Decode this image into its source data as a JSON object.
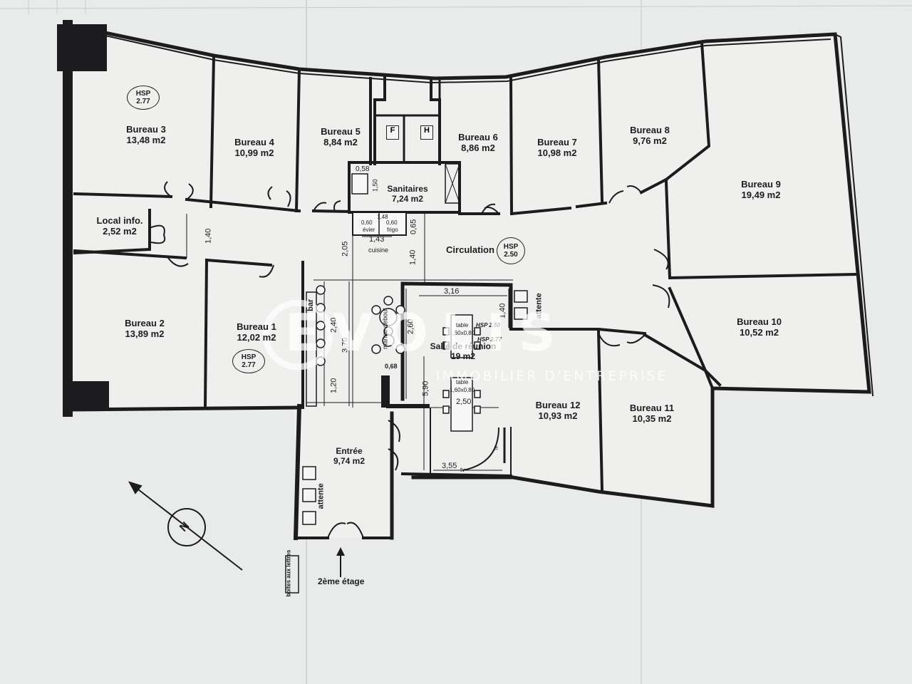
{
  "rooms": {
    "bureau3": {
      "name": "Bureau 3",
      "area": "13,48 m2"
    },
    "bureau4": {
      "name": "Bureau 4",
      "area": "10,99 m2"
    },
    "bureau5": {
      "name": "Bureau 5",
      "area": "8,84 m2"
    },
    "bureau6": {
      "name": "Bureau 6",
      "area": "8,86 m2"
    },
    "bureau7": {
      "name": "Bureau 7",
      "area": "10,98 m2"
    },
    "bureau8": {
      "name": "Bureau 8",
      "area": "9,76 m2"
    },
    "bureau9": {
      "name": "Bureau 9",
      "area": "19,49 m2"
    },
    "bureau10": {
      "name": "Bureau 10",
      "area": "10,52 m2"
    },
    "bureau11": {
      "name": "Bureau 11",
      "area": "10,35 m2"
    },
    "bureau12": {
      "name": "Bureau 12",
      "area": "10,93 m2"
    },
    "bureau2": {
      "name": "Bureau 2",
      "area": "13,89 m2"
    },
    "bureau1": {
      "name": "Bureau 1",
      "area": "12,02 m2"
    },
    "local_info": {
      "name": "Local info.",
      "area": "2,52 m2"
    },
    "sanitaires": {
      "name": "Sanitaires",
      "area": "7,24 m2"
    },
    "circulation": {
      "name": "Circulation"
    },
    "salle_reunion": {
      "name": "Salle de réunion",
      "area": "19 m2"
    },
    "entree": {
      "name": "Entrée",
      "area": "9,74 m2"
    }
  },
  "hsp": [
    {
      "label": "HSP",
      "value": "2.77"
    },
    {
      "label": "HSP",
      "value": "2.50"
    },
    {
      "label": "HSP",
      "value": "2.77"
    }
  ],
  "meeting_tables": {
    "hsp_inline_1": "HSP 2.50",
    "hsp_inline_2": "HSP 2.77",
    "table1_label": "table",
    "table1_size": "1,60x0,80",
    "table2_label": "table",
    "table2_size": "1,60x0,80"
  },
  "fixtures": {
    "toilet_f": "F",
    "toilet_h": "H",
    "evier": "évier",
    "frigo": "frigo",
    "cuisine": "cuisine",
    "bar": "bar",
    "mange_debout": "mange debout",
    "attente_1": "attente",
    "attente_2": "attente",
    "tv_1": "tv",
    "tv_2": "tv",
    "boites": "boites aux lettres",
    "etage": "2ème étage",
    "north": "N"
  },
  "dimensions": {
    "d_058": "0,58",
    "d_150": "1,50",
    "d_140a": "1,40",
    "d_205": "2,05",
    "d_143": "1,43",
    "d_140b": "1,40",
    "d_065": "0,65",
    "d_148": "1,48",
    "d_060a": "0,60",
    "d_060b": "0,60",
    "d_316": "3,16",
    "d_140c": "1,40",
    "d_240": "2,40",
    "d_370": "3,70",
    "d_260": "2,60",
    "d_120": "1,20",
    "d_068": "0,68",
    "d_590": "5,90",
    "d_250": "2,50",
    "d_355": "3,55"
  },
  "watermark": {
    "brand": "EVOLIS",
    "tagline": "IMMOBILIER D'ENTREPRISE"
  },
  "colors": {
    "wall": "#1c1c1e",
    "paper": "#f2f2f0",
    "background": "#dcdfe0"
  }
}
